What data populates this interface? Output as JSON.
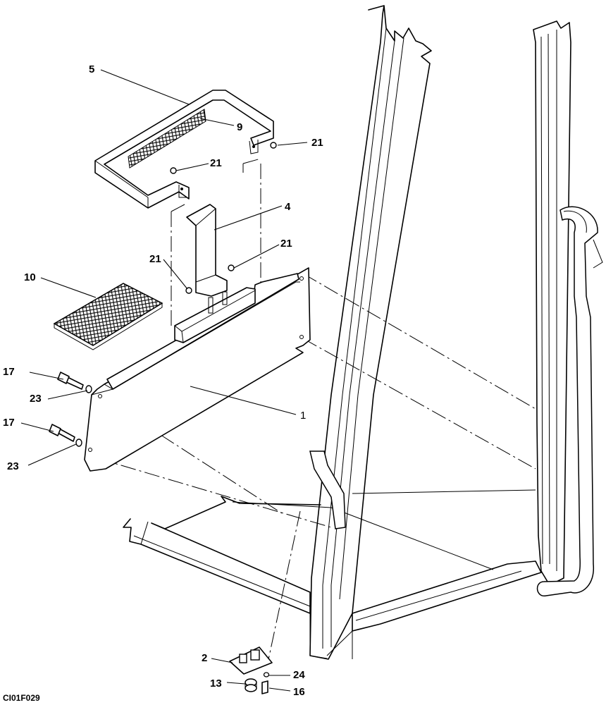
{
  "figure_code": "CI01F029",
  "callouts": [
    {
      "id": "c5",
      "label": "5"
    },
    {
      "id": "c9",
      "label": "9"
    },
    {
      "id": "c21a",
      "label": "21"
    },
    {
      "id": "c21b",
      "label": "21"
    },
    {
      "id": "c4",
      "label": "4"
    },
    {
      "id": "c21c",
      "label": "21"
    },
    {
      "id": "c21d",
      "label": "21"
    },
    {
      "id": "c10",
      "label": "10"
    },
    {
      "id": "c17a",
      "label": "17"
    },
    {
      "id": "c23a",
      "label": "23"
    },
    {
      "id": "c17b",
      "label": "17"
    },
    {
      "id": "c23b",
      "label": "23"
    },
    {
      "id": "c1",
      "label": "1"
    },
    {
      "id": "c2",
      "label": "2"
    },
    {
      "id": "c24",
      "label": "24"
    },
    {
      "id": "c13",
      "label": "13"
    },
    {
      "id": "c16",
      "label": "16"
    }
  ]
}
